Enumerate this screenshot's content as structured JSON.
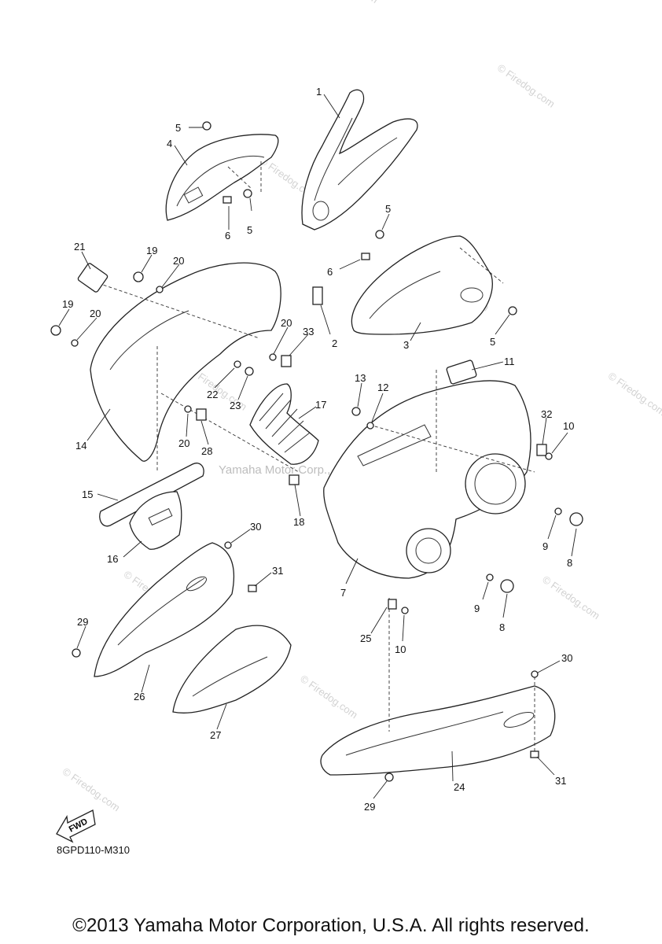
{
  "diagram": {
    "watermark_text": "© Firedog.com",
    "center_watermark": "Yamaha Motor Corp., U.S.A.",
    "fwd_label": "FWD",
    "drawing_code": "8GPD110-M310",
    "copyright": "©2013 Yamaha Motor Corporation, U.S.A. All rights reserved.",
    "callouts": [
      "1",
      "2",
      "3",
      "4",
      "5",
      "5",
      "5",
      "5",
      "6",
      "6",
      "7",
      "8",
      "8",
      "9",
      "9",
      "10",
      "10",
      "11",
      "12",
      "13",
      "14",
      "15",
      "16",
      "17",
      "18",
      "19",
      "19",
      "20",
      "20",
      "20",
      "20",
      "21",
      "22",
      "23",
      "24",
      "25",
      "26",
      "27",
      "28",
      "29",
      "29",
      "30",
      "30",
      "31",
      "31",
      "32",
      "33"
    ]
  }
}
